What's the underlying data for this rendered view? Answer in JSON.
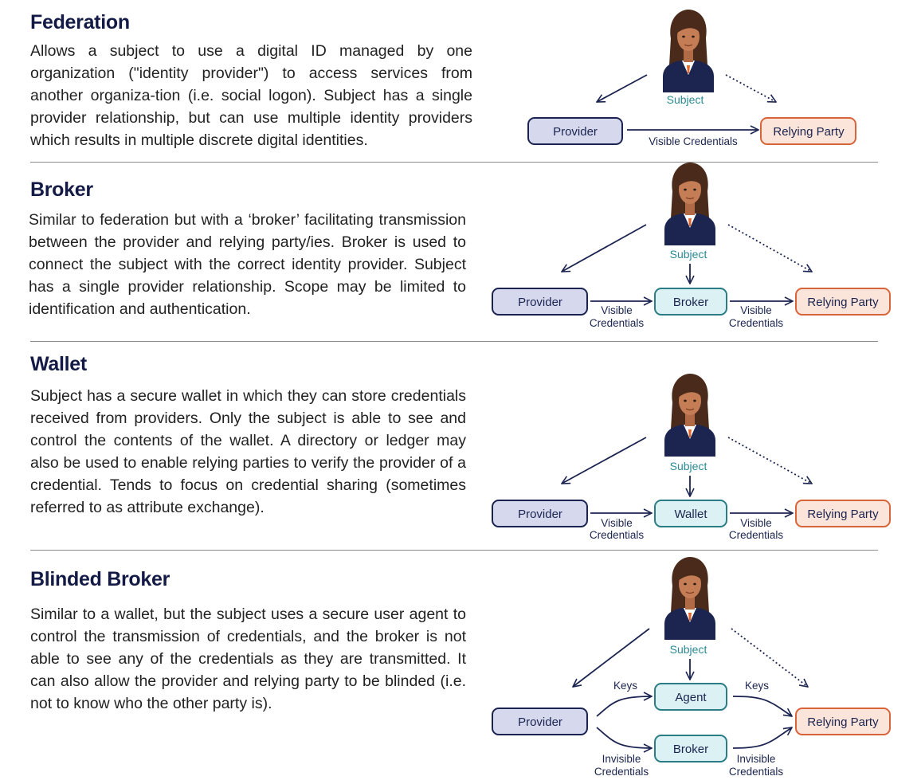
{
  "sections": [
    {
      "id": "federation",
      "title": "Federation",
      "description": "Allows a subject to use a digital ID managed by one organization (\"identity provider\") to access services from another organiza-tion (i.e. social logon). Subject has a single provider relationship, but can use multiple identity providers which results in multiple discrete digital identities.",
      "diagram": {
        "subject": "Subject",
        "provider": "Provider",
        "relying_party": "Relying Party",
        "edge_label": "Visible Credentials"
      }
    },
    {
      "id": "broker",
      "title": "Broker",
      "description": "Similar to federation but with a ‘broker’ facilitating transmission between the provider and relying party/ies. Broker is used to connect the subject with the correct identity provider. Subject has a single provider relationship. Scope may be limited to identification and authentication.",
      "diagram": {
        "subject": "Subject",
        "provider": "Provider",
        "middle": "Broker",
        "relying_party": "Relying Party",
        "left_label_1": "Visible",
        "left_label_2": "Credentials",
        "right_label_1": "Visible",
        "right_label_2": "Credentials"
      }
    },
    {
      "id": "wallet",
      "title": "Wallet",
      "description": "Subject has a secure wallet in which they can store credentials received from providers. Only the subject is able to see and control the contents of the wallet. A directory or ledger may also be used to enable relying parties to verify the provider of a credential. Tends to focus on credential sharing (sometimes referred to as attribute exchange).",
      "diagram": {
        "subject": "Subject",
        "provider": "Provider",
        "middle": "Wallet",
        "relying_party": "Relying Party",
        "left_label_1": "Visible",
        "left_label_2": "Credentials",
        "right_label_1": "Visible",
        "right_label_2": "Credentials"
      }
    },
    {
      "id": "blinded-broker",
      "title": "Blinded Broker",
      "description": "Similar to a wallet, but the subject uses a secure user agent to control the transmission of credentials, and the broker is not able to see any of the credentials as they are transmitted. It can also allow the provider and relying party to be blinded (i.e. not to know who the other party is).",
      "diagram": {
        "subject": "Subject",
        "provider": "Provider",
        "agent": "Agent",
        "broker": "Broker",
        "relying_party": "Relying Party",
        "keys_left": "Keys",
        "keys_right": "Keys",
        "invisible_left_1": "Invisible",
        "invisible_left_2": "Credentials",
        "invisible_right_1": "Invisible",
        "invisible_right_2": "Credentials"
      }
    }
  ],
  "colors": {
    "heading": "#131a45",
    "provider_fill": "#d6d9ee",
    "provider_stroke": "#1b2450",
    "middle_fill": "#dcf1f3",
    "middle_stroke": "#2a7d85",
    "relying_fill": "#fbe4d9",
    "relying_stroke": "#d8643a",
    "subject_label": "#2b8a92",
    "arrow": "#1b2450"
  }
}
